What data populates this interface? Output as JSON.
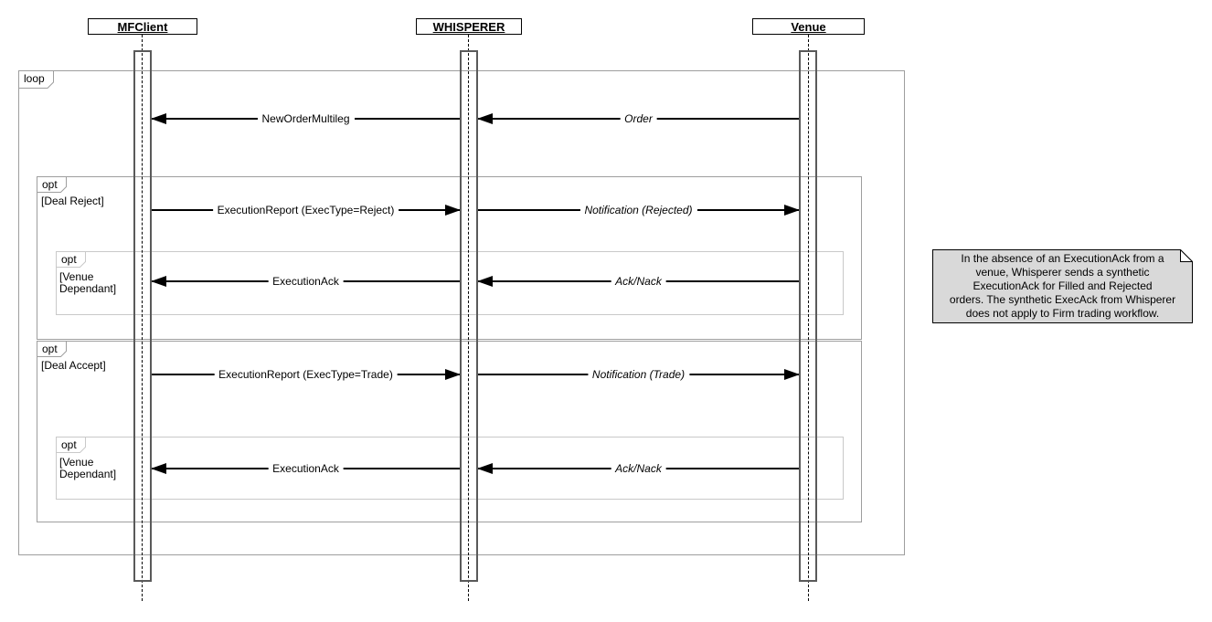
{
  "diagram": {
    "actors": [
      {
        "name": "MFClient"
      },
      {
        "name": "WHISPERER"
      },
      {
        "name": "Venue"
      }
    ],
    "fragments": {
      "loop": {
        "label": "loop"
      },
      "deal_reject": {
        "label": "opt",
        "guard": "[Deal Reject]"
      },
      "venue_dependant_1": {
        "label": "opt",
        "guard": "[Venue Dependant]"
      },
      "deal_accept": {
        "label": "opt",
        "guard": "[Deal Accept]"
      },
      "venue_dependant_2": {
        "label": "opt",
        "guard": "[Venue Dependant]"
      }
    },
    "messages": [
      {
        "label": "NewOrderMultileg",
        "from": "WHISPERER",
        "to": "MFClient"
      },
      {
        "label": "Order",
        "from": "Venue",
        "to": "WHISPERER"
      },
      {
        "label": "ExecutionReport (ExecType=Reject)",
        "from": "MFClient",
        "to": "WHISPERER"
      },
      {
        "label": "Notification (Rejected)",
        "from": "WHISPERER",
        "to": "Venue"
      },
      {
        "label": "ExecutionAck",
        "from": "WHISPERER",
        "to": "MFClient"
      },
      {
        "label": "Ack/Nack",
        "from": "Venue",
        "to": "WHISPERER"
      },
      {
        "label": "ExecutionReport (ExecType=Trade)",
        "from": "MFClient",
        "to": "WHISPERER"
      },
      {
        "label": "Notification (Trade)",
        "from": "WHISPERER",
        "to": "Venue"
      },
      {
        "label": "ExecutionAck",
        "from": "WHISPERER",
        "to": "MFClient"
      },
      {
        "label": "Ack/Nack",
        "from": "Venue",
        "to": "WHISPERER"
      }
    ],
    "note": {
      "lines": [
        "In the absence of an ExecutionAck from a",
        "venue, Whisperer sends a synthetic",
        "ExecutionAck for Filled and Rejected",
        "orders. The synthetic ExecAck from Whisperer",
        "does not apply to Firm trading workflow."
      ]
    },
    "colors": {
      "fragment_border": "#9e9e9e",
      "nested_fragment_border": "#c9c9c9",
      "note_background": "#d9d9d9",
      "arrow": "#000000",
      "activation_border": "#5a5a5a"
    }
  }
}
